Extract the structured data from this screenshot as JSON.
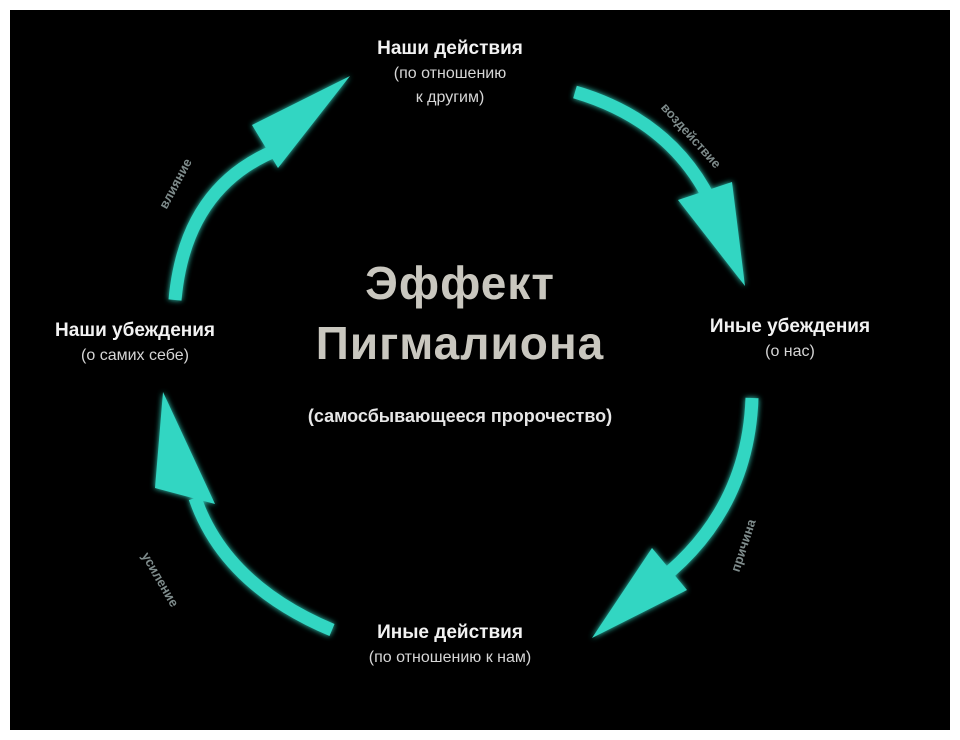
{
  "diagram": {
    "title_line1": "Эффект",
    "title_line2": "Пигмалиона",
    "subtitle": "(самосбывающееся пророчество)",
    "nodes": {
      "top": {
        "label": "Наши действия",
        "sub1": "(по отношению",
        "sub2": "к другим)"
      },
      "right": {
        "label": "Иные убеждения",
        "sub1": "(о нас)"
      },
      "bottom": {
        "label": "Иные действия",
        "sub1": "(по отношению к нам)"
      },
      "left": {
        "label": "Наши убеждения",
        "sub1": "(о самих себе)"
      }
    },
    "edges": {
      "top_to_right": "воздействие",
      "right_to_bottom": "причина",
      "bottom_to_left": "усиление",
      "left_to_top": "влияние"
    },
    "colors": {
      "arrow": "#33d6c2",
      "background": "#000000",
      "frame": "#ffffff"
    }
  }
}
